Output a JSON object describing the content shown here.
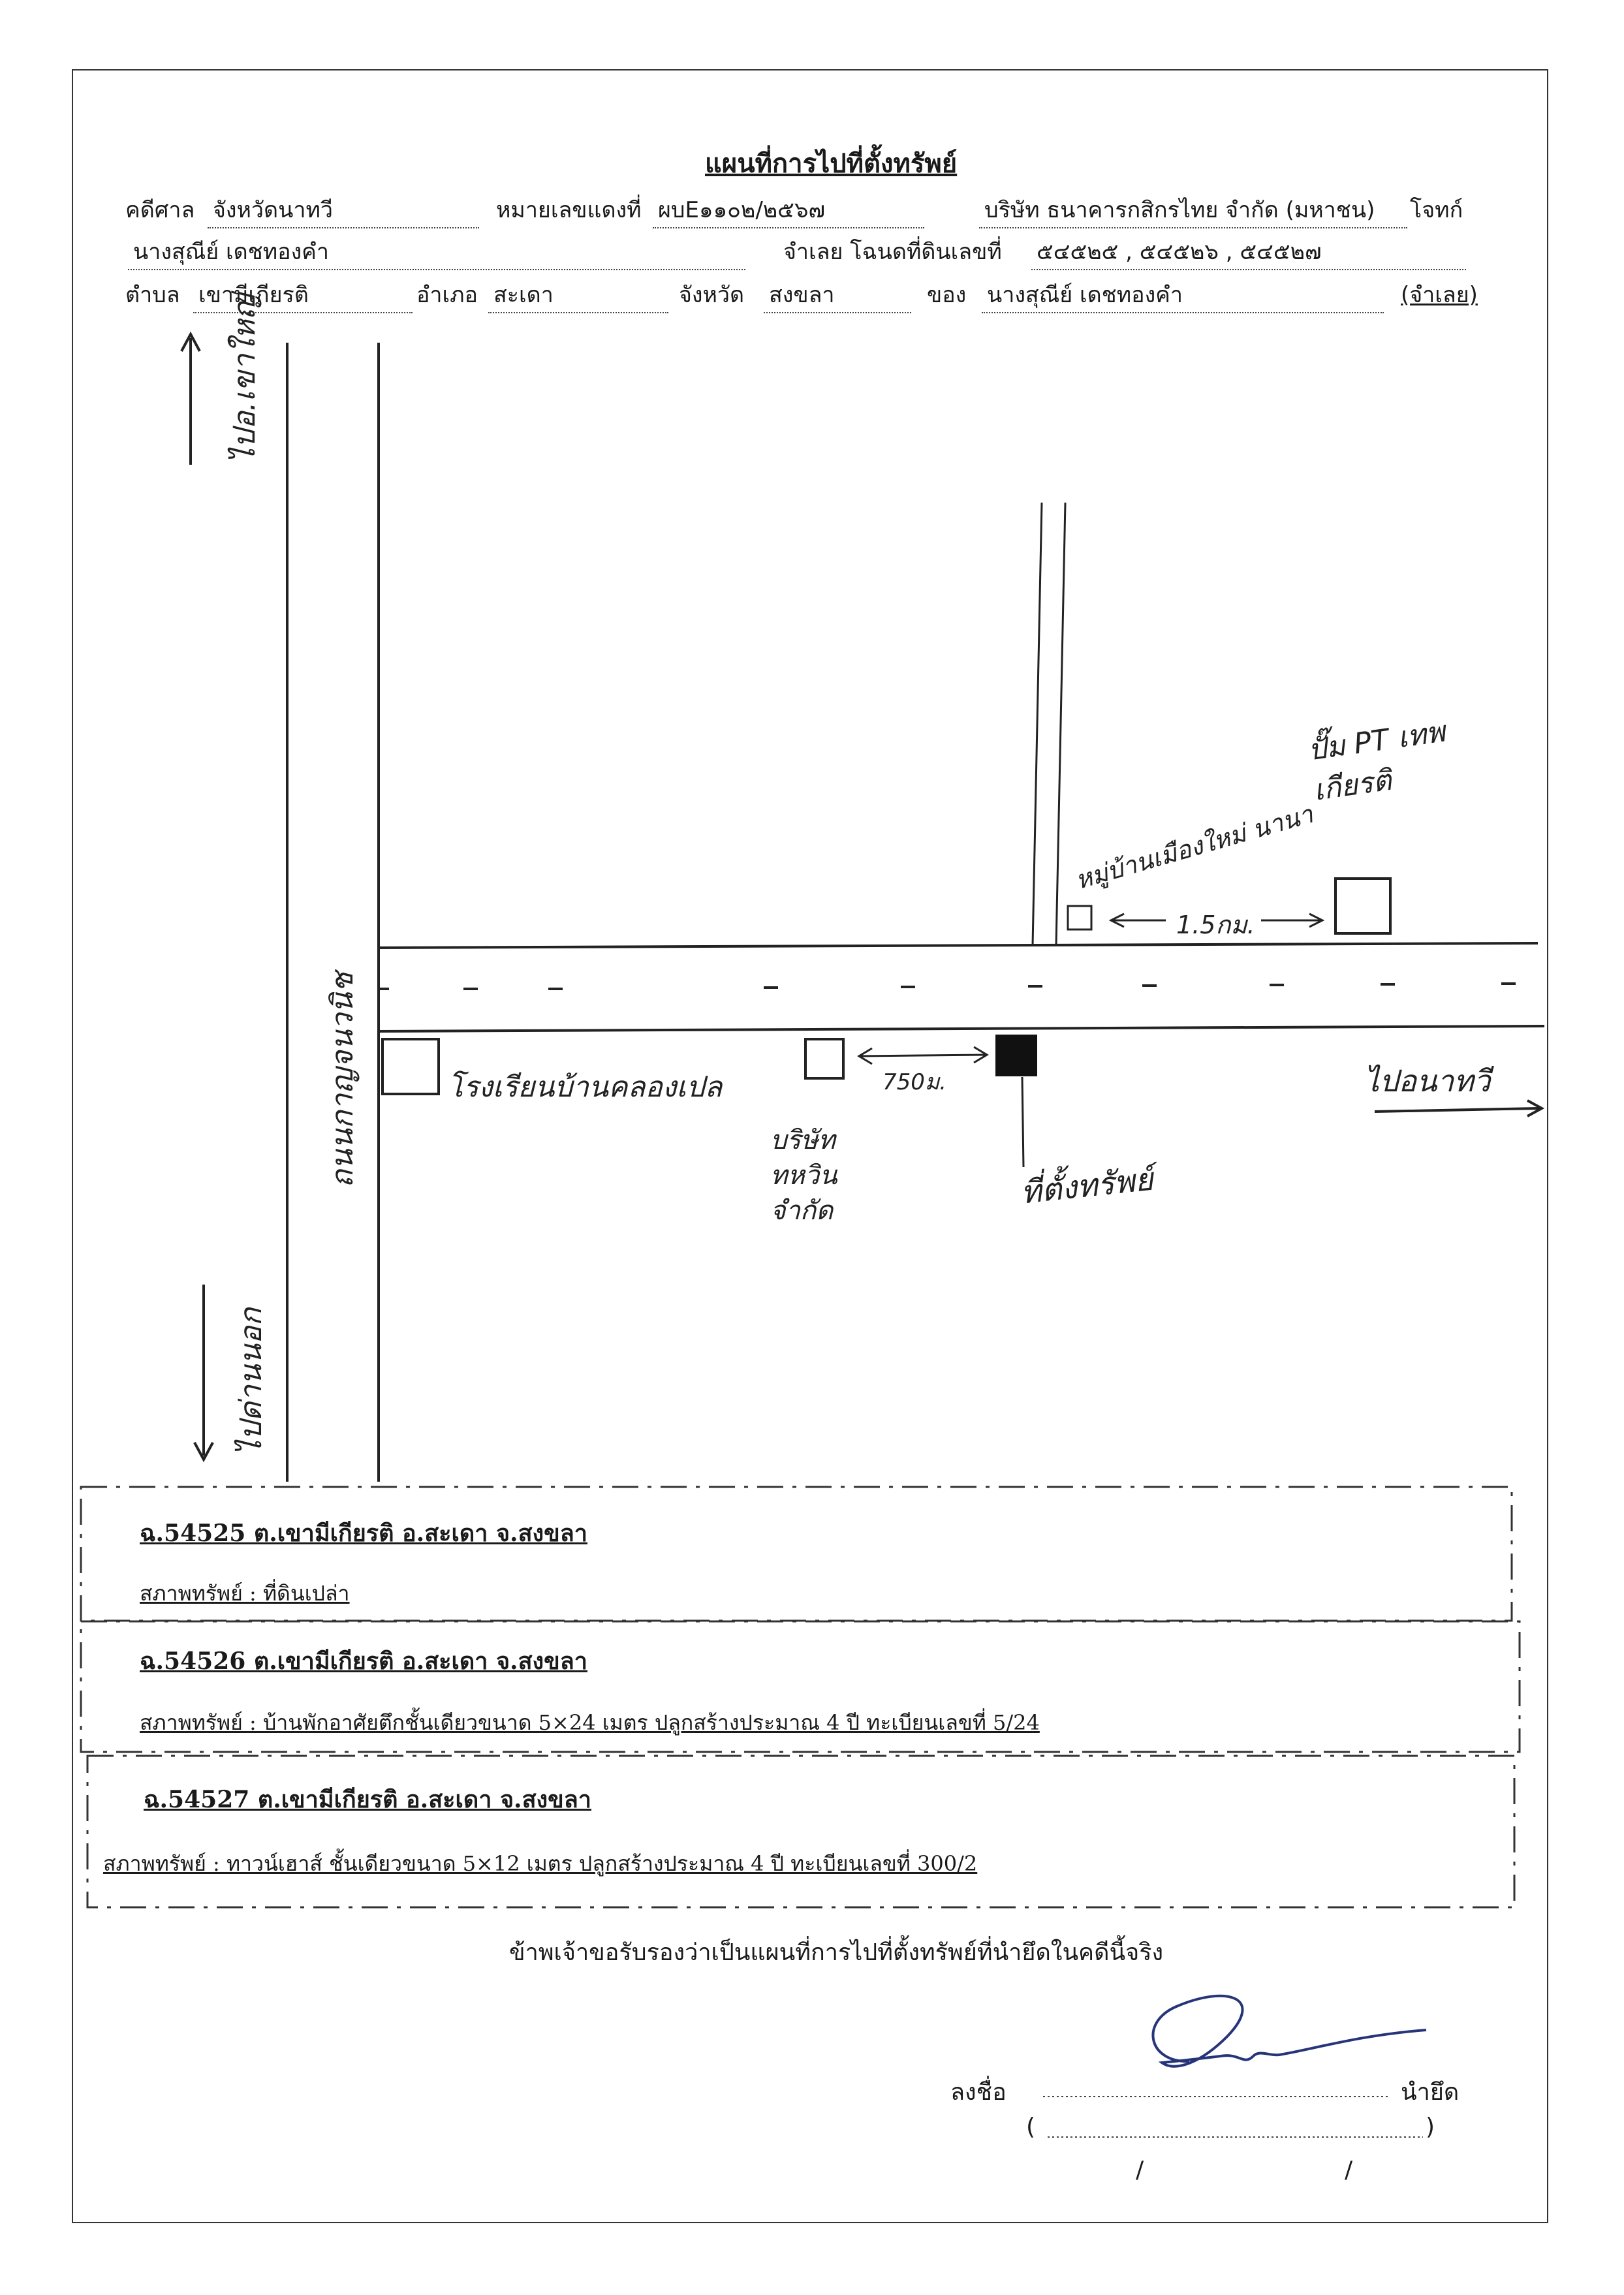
{
  "header": {
    "title": "แผนที่การไปที่ตั้งทรัพย์",
    "court_label": "คดีศาล",
    "court_value": "จังหวัดนาทวี",
    "case_label": "หมายเลขแดงที่",
    "case_value": "ผบE๑๑๐๒/๒๕๖๗",
    "plaintiff_value": "บริษัท ธนาคารกสิกรไทย จำกัด (มหาชน)",
    "plaintiff_label": "โจทก์",
    "defendant_value": "นางสุณีย์ เดชทองคำ",
    "defendant_deed_label": "จำเลย โฉนดที่ดินเลขที่",
    "deed_numbers": "๕๔๕๒๕ , ๕๔๕๒๖ , ๕๔๕๒๗",
    "subdistrict_label": "ตำบล",
    "subdistrict_value": "เขามีเกียรติ",
    "district_label": "อำเภอ",
    "district_value": "สะเดา",
    "province_label": "จังหวัด",
    "province_value": "สงขลา",
    "owner_label": "ของ",
    "owner_value": "นางสุณีย์ เดชทองคำ",
    "owner_role": "(จำเลย)"
  },
  "map": {
    "to_top": "ไปอ.เขาใหญ่",
    "to_bottom": "ไปด่านนอก",
    "main_road": "ถนนกาญจนวนิช",
    "village": "หมู่บ้านเมืองใหม่ นานา",
    "gas_station": "ปั๊ม PT เทพเกียรติ",
    "distance_1": "1.5กม.",
    "school": "โรงเรียนบ้านคลองเปล",
    "company": "บริษัท ทหวิน จำกัด",
    "distance_2": "750ม.",
    "property_label": "ที่ตั้งทรัพย์",
    "to_right": "ไปอนาทวี"
  },
  "parcels": [
    {
      "title": "ฉ.54525  ต.เขามีเกียรติ อ.สะเดา จ.สงขลา",
      "condition": "สภาพทรัพย์ : ที่ดินเปล่า"
    },
    {
      "title": "ฉ.54526  ต.เขามีเกียรติ อ.สะเดา จ.สงขลา",
      "condition": "สภาพทรัพย์ : บ้านพักอาศัยตึกชั้นเดียวขนาด 5×24 เมตร  ปลูกสร้างประมาณ 4 ปี ทะเบียนเลขที่ 5/24"
    },
    {
      "title": "ฉ.54527  ต.เขามีเกียรติ อ.สะเดา จ.สงขลา",
      "condition": "สภาพทรัพย์ : ทาวน์เฮาส์ ชั้นเดียวขนาด 5×12 เมตร  ปลูกสร้างประมาณ 4 ปี ทะเบียนเลขที่  300/2"
    }
  ],
  "certification": "ข้าพเจ้าขอรับรองว่าเป็นแผนที่การไปที่ตั้งทรัพย์ที่นำยึดในคดีนี้จริง",
  "signature": {
    "sign_label": "ลงชื่อ",
    "role": "นำยึด",
    "paren_open": "(",
    "paren_close": ")",
    "date_slash_1": "/",
    "date_slash_2": "/"
  }
}
